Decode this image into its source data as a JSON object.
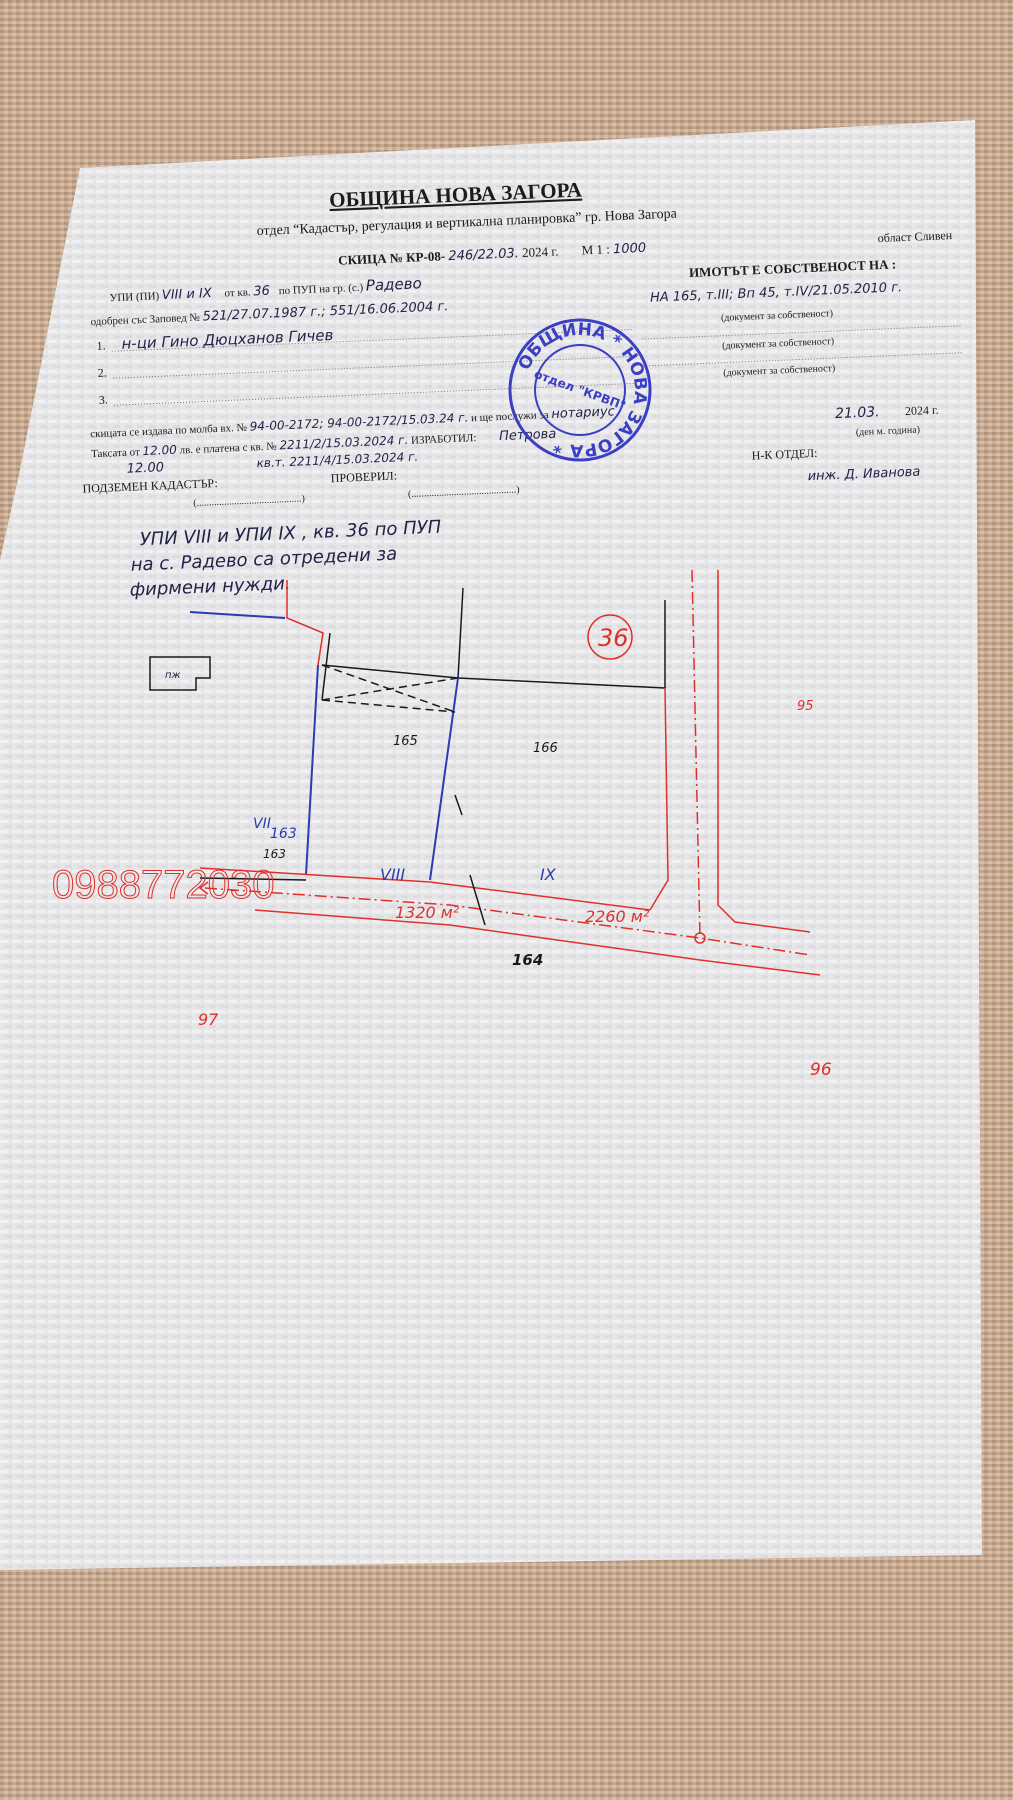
{
  "header": {
    "municipality": "ОБЩИНА НОВА ЗАГОРА",
    "department": "отдел “Кадастър, регулация и вертикална  планировка” гр. Нова Загора"
  },
  "sketch": {
    "title_prefix": "СКИЦА № КР-08-",
    "number_hand": "246/22.03.",
    "year": "2024 г.",
    "scale_label": "М 1 :",
    "scale_hand": "1000",
    "region": "област Сливен",
    "upi_label": "УПИ (ПИ)",
    "upi_hand": "VIII и IX",
    "block_label": "от кв.",
    "block_hand": "36",
    "pup_label": "по ПУП на гр. (с.)",
    "village_hand": "Радево",
    "ownership_heading": "ИМОТЪТ Е СОБСТВЕНОСТ НА :",
    "order_label": "одобрен със Заповед №",
    "order_hand": "521/27.07.1987 г.; 551/16.06.2004 г.",
    "ownership_doc_hand": "НА 165, т.III; Вп 45, т.IV/21.05.2010 г.",
    "owners": [
      {
        "num": "1.",
        "name_hand": "н-ци Гино Дюцханов Гичев",
        "doc_label": "(документ за собственост)"
      },
      {
        "num": "2.",
        "name_hand": "",
        "doc_label": "(документ за собственост)"
      },
      {
        "num": "3.",
        "name_hand": "",
        "doc_label": "(документ за собственост)"
      }
    ],
    "request_label": "скицата се издава по молба вх. №",
    "request_hand": "94-00-2172; 94-00-2172/15.03.24 г.",
    "serve_label": "и ще послужи за",
    "serve_hand": "нотариус",
    "date_hand": "21.03.",
    "date_year": "2024 г.",
    "fee_label": "Таксата от",
    "fee_hand": "12.00",
    "fee_paid_label": "лв. е платена с кв. №",
    "fee_receipt_hand": "2211/2/15.03.2024 г.",
    "prepared_label": "ИЗРАБОТИЛ:",
    "prepared_hand": "Петрова",
    "date_format_label": "(ден  м. година)",
    "fee2_hand": "12.00",
    "receipt2_hand": "кв.т. 2211/4/15.03.2024 г.",
    "underground_label": "ПОДЗЕМЕН КАДАСТЪР:",
    "checked_label": "ПРОВЕРИЛ:",
    "head_label": "Н-К ОТДЕЛ:",
    "head_hand": "инж. Д. Иванова",
    "note_hand": [
      "УПИ VIII и УПИ IX , кв. 36 по ПУП",
      "на с. Радево са отредени за",
      "фирмени нужди."
    ]
  },
  "stamp": {
    "outer_text": "ОБЩИНА * НОВА ЗАГОРА *",
    "inner_text": "отдел \"КРВП\"",
    "color": "#3a3fc4"
  },
  "plan": {
    "block_number": "36",
    "building_label": "пж",
    "parcels": {
      "p165": "165",
      "p166": "166",
      "p163a": "163",
      "p163b": "163",
      "p164": "164",
      "upi_vii": "VII",
      "upi_viii": "VIII",
      "upi_ix": "IX"
    },
    "areas": {
      "viii": "1320 м²",
      "ix": "2260 м²"
    },
    "points": {
      "p95": "95",
      "p96": "96",
      "p97": "97"
    },
    "colors": {
      "regulation": "#e0302a",
      "upi": "#2a3cb0",
      "cadastre": "#1a1a1a"
    }
  },
  "watermark": "0988772030"
}
